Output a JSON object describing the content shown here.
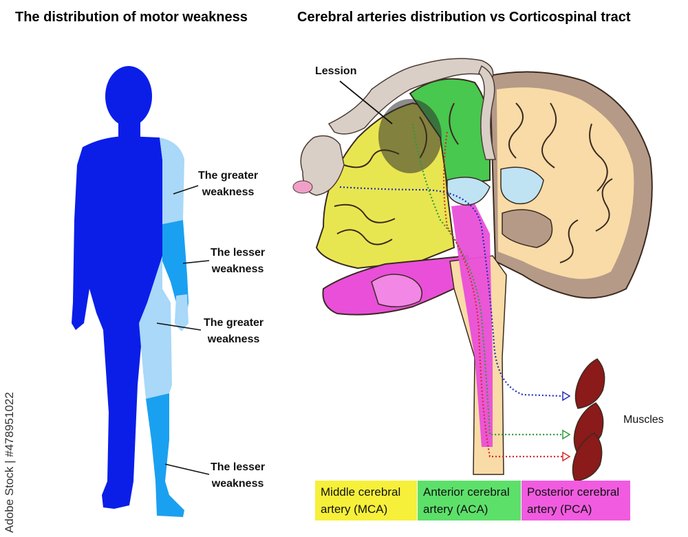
{
  "titles": {
    "left": "The distribution of motor weakness",
    "right": "Cerebral arteries distribution vs Corticospinal tract"
  },
  "body_labels": {
    "arm_upper": [
      "The greater",
      "weakness"
    ],
    "arm_lower": [
      "The lesser",
      "weakness"
    ],
    "leg_upper": [
      "The greater",
      "weakness"
    ],
    "leg_lower": [
      "The lesser",
      "weakness"
    ]
  },
  "brain_labels": {
    "lesion": "Lession",
    "muscles": "Muscles"
  },
  "legend": [
    {
      "line1": "Middle cerebral",
      "line2": "artery (MCA)",
      "color": "#f6f03a"
    },
    {
      "line1": "Anterior cerebral",
      "line2": "artery (ACA)",
      "color": "#5de06a"
    },
    {
      "line1": "Posterior cerebral",
      "line2": "artery (PCA)",
      "color": "#f15be0"
    }
  ],
  "colors": {
    "body_dark": "#0a1ee8",
    "body_light": "#a9d8f8",
    "body_mid": "#1aa0f0",
    "mca": "#e8e650",
    "aca": "#48c84e",
    "pca": "#e94fd8",
    "white_matter": "#f8dba6",
    "cortex": "#b59a88",
    "ventricle": "#bfe3f3"
  },
  "watermark": "Adobe Stock | #478951022"
}
